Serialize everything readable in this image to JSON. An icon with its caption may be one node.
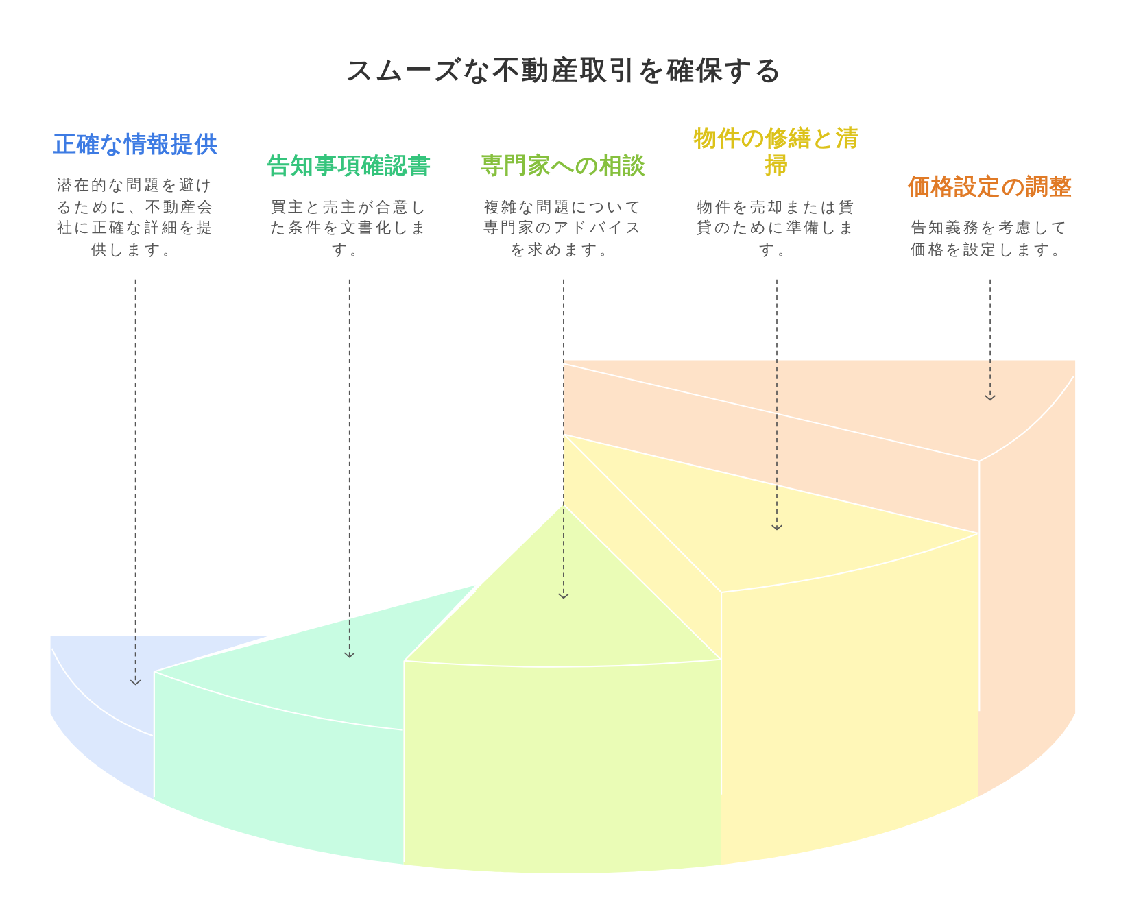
{
  "diagram": {
    "title": "スムーズな不動産取引を確保する",
    "nodes": [
      {
        "text": [
          "正確な情報提供",
          "潜在的な問題を避けるために、不動産会社に正確な詳細を提供します。"
        ]
      },
      {
        "text": [
          "告知事項確認書",
          "買主と売主が合意した条件を文書化します。"
        ]
      },
      {
        "text": [
          "専門家への相談",
          "複雑な問題について専門家のアドバイスを求めます。"
        ]
      },
      {
        "text": [
          "物件の修繕と清掃",
          "物件を売却または賃貸のために準備します。"
        ]
      },
      {
        "text": [
          "価格設定の調整",
          "告知義務を考慮して価格を設定します。"
        ]
      },
      {
        "text": [],
        "shape": "wedge"
      },
      {
        "text": [],
        "shape": "wedge"
      },
      {
        "text": [],
        "shape": "wedge"
      },
      {
        "text": [],
        "shape": "wedge"
      },
      {
        "text": [],
        "shape": "wedge"
      }
    ],
    "edges": [
      {
        "from": 0,
        "to": 5,
        "arrow": "to",
        "style": "dashed"
      },
      {
        "from": 1,
        "to": 6,
        "arrow": "to",
        "style": "dashed"
      },
      {
        "from": 2,
        "to": 7,
        "arrow": "to",
        "style": "dashed"
      },
      {
        "from": 3,
        "to": 8,
        "arrow": "to",
        "style": "dashed"
      },
      {
        "from": 4,
        "to": 9,
        "arrow": "to",
        "style": "dashed"
      }
    ]
  }
}
